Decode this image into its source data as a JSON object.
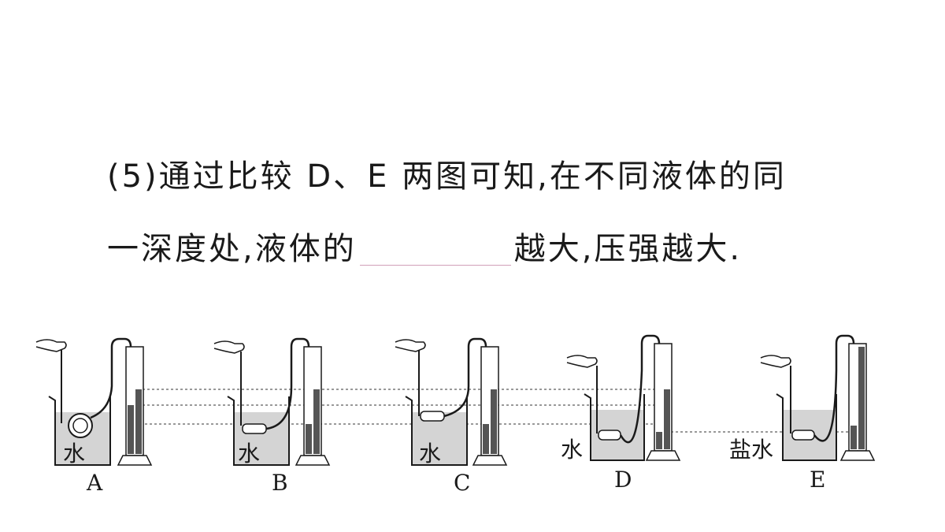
{
  "question": {
    "line1": "(5)通过比较 D、E 两图可知,在不同液体的同",
    "line2_before": "一深度处,液体的",
    "line2_after": "越大,压强越大."
  },
  "figure": {
    "panels": [
      {
        "label": "A",
        "liquid": "水"
      },
      {
        "label": "B",
        "liquid": "水"
      },
      {
        "label": "C",
        "liquid": "水"
      },
      {
        "label": "D",
        "liquid": "水"
      },
      {
        "label": "E",
        "liquid": "盐水"
      }
    ]
  },
  "colors": {
    "liquid": "#d4d4d4",
    "line": "#1a1a1a",
    "blank": "#d0a0b8"
  }
}
